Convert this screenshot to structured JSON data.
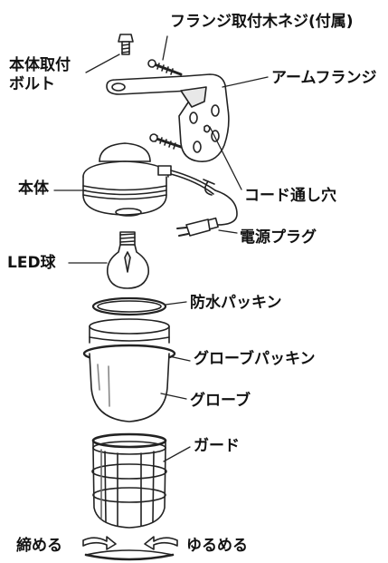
{
  "diagram": {
    "labels": {
      "flange_screw": "フランジ取付木ネジ(付属)",
      "body_bolt_line1": "本体取付",
      "body_bolt_line2": "ボルト",
      "arm_flange": "アームフランジ",
      "cord_hole": "コード通し穴",
      "body": "本体",
      "power_plug": "電源プラグ",
      "led_bulb": "LED球",
      "waterproof_packing": "防水パッキン",
      "globe_packing": "グローブパッキン",
      "globe": "グローブ",
      "guard": "ガード",
      "tighten": "締める",
      "loosen": "ゆるめる"
    },
    "colors": {
      "line": "#222222",
      "fill": "#ffffff",
      "shade": "#e8e8e8"
    }
  }
}
